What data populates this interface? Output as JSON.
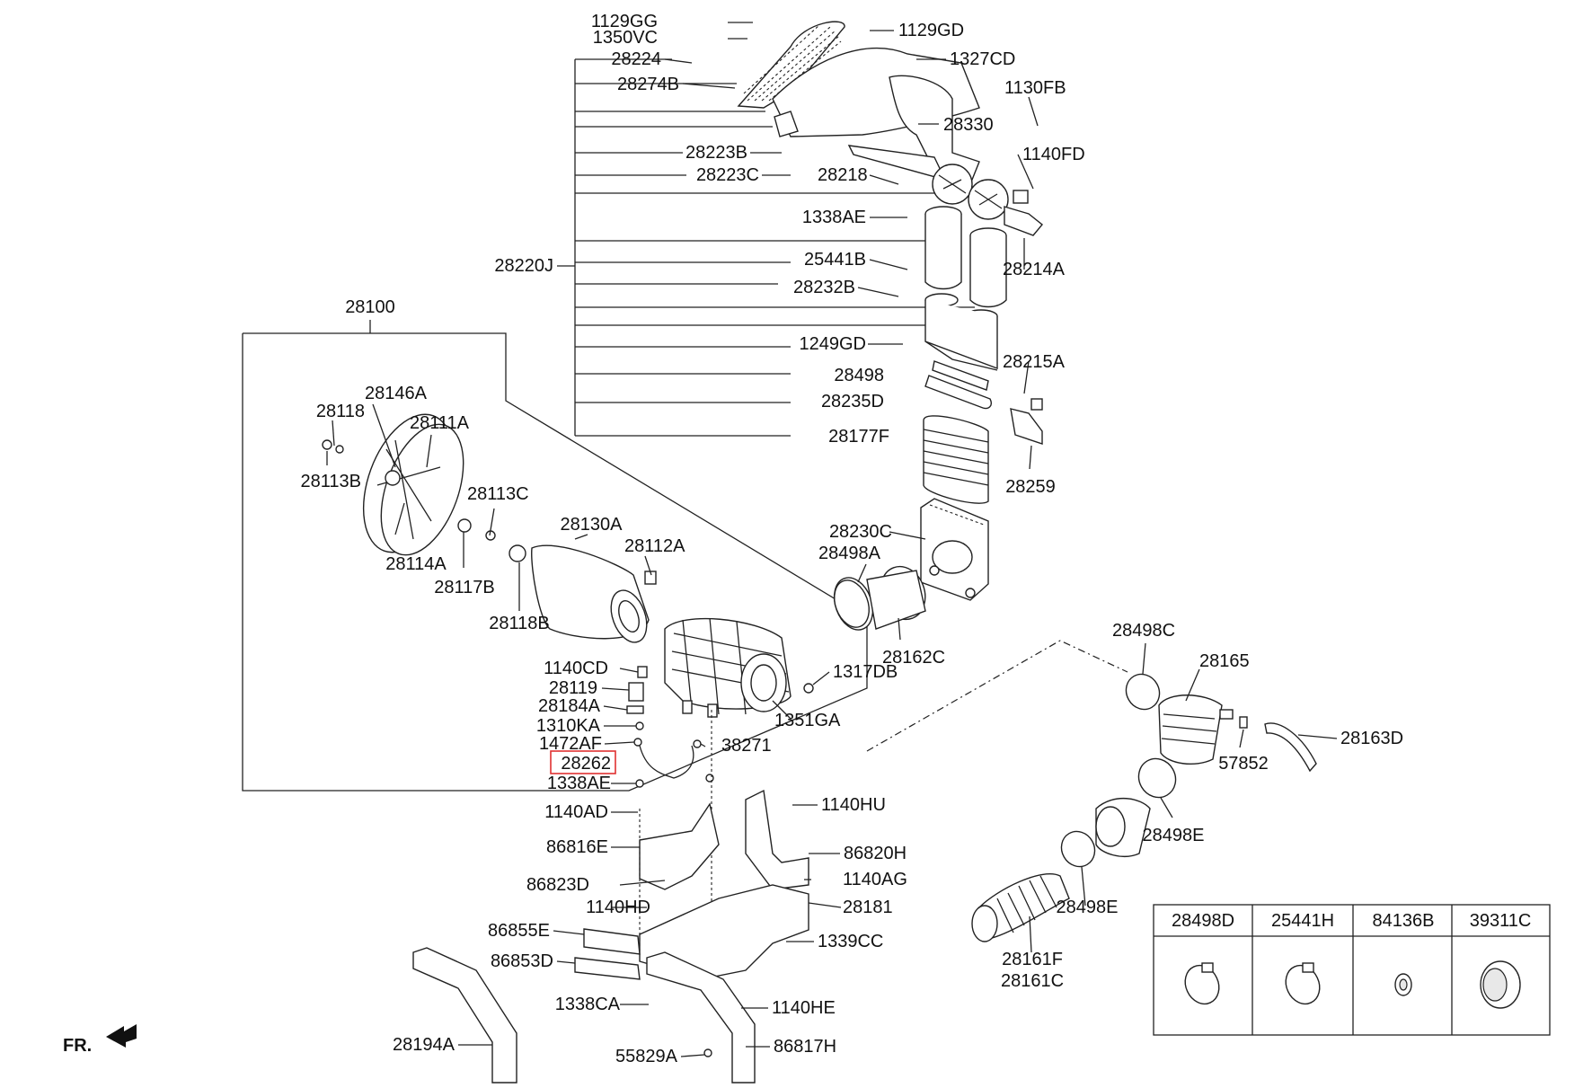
{
  "highlight": {
    "label": "28262",
    "color": "#e03131"
  },
  "labels": [
    "1129GG",
    "1350VC",
    "1129GD",
    "1327CD",
    "28224",
    "28274B",
    "1130FB",
    "28330",
    "28223B",
    "1140FD",
    "28223C",
    "28218",
    "1338AE",
    "28220J",
    "25441B",
    "28214A",
    "28232B",
    "28100",
    "1249GD",
    "28215A",
    "28498",
    "28235D",
    "28146A",
    "28118",
    "28111A",
    "28177F",
    "28259",
    "28113B",
    "28113C",
    "28130A",
    "28230C",
    "28112A",
    "28498A",
    "28114A",
    "28117B",
    "28118B",
    "28162C",
    "28498C",
    "28165",
    "1140CD",
    "1317DB",
    "28119",
    "28184A",
    "1310KA",
    "1351GA",
    "28163D",
    "1472AF",
    "38271",
    "57852",
    "28262",
    "1338AE",
    "28498E",
    "1140AD",
    "1140HU",
    "86816E",
    "86820H",
    "1140AG",
    "86823D",
    "28181",
    "28498E",
    "1140HD",
    "86855E",
    "1339CC",
    "28161F",
    "86853D",
    "28161C",
    "1338CA",
    "1140HE",
    "28194A",
    "55829A",
    "86817H",
    "FR."
  ],
  "legend": [
    "28498D",
    "25441H",
    "84136B",
    "39311C"
  ]
}
